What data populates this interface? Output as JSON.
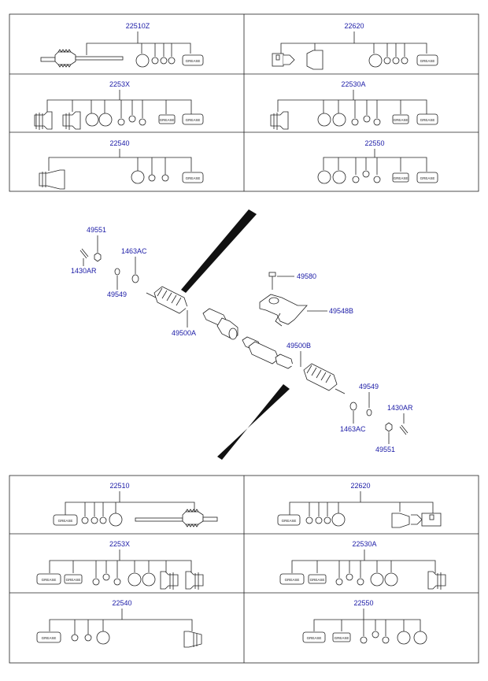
{
  "diagram": {
    "top_panels": [
      {
        "code": "22510Z"
      },
      {
        "code": "22620"
      },
      {
        "code": "2253X"
      },
      {
        "code": "22530A"
      },
      {
        "code": "22540"
      },
      {
        "code": "22550"
      }
    ],
    "bottom_panels": [
      {
        "code": "22510"
      },
      {
        "code": "22620"
      },
      {
        "code": "2253X"
      },
      {
        "code": "22530A"
      },
      {
        "code": "22540"
      },
      {
        "code": "22550"
      }
    ],
    "callouts": {
      "c49551_top": "49551",
      "c1463ac_top": "1463AC",
      "c1430ar_top": "1430AR",
      "c49549_top": "49549",
      "c49500a": "49500A",
      "c49580": "49580",
      "c49548b": "49548B",
      "c49500b": "49500B",
      "c49549_bot": "49549",
      "c1430ar_bot": "1430AR",
      "c1463ac_bot": "1463AC",
      "c49551_bot": "49551"
    },
    "grease_label": "GREASE",
    "colors": {
      "label": "#1a1aa6",
      "line": "#222222"
    }
  }
}
